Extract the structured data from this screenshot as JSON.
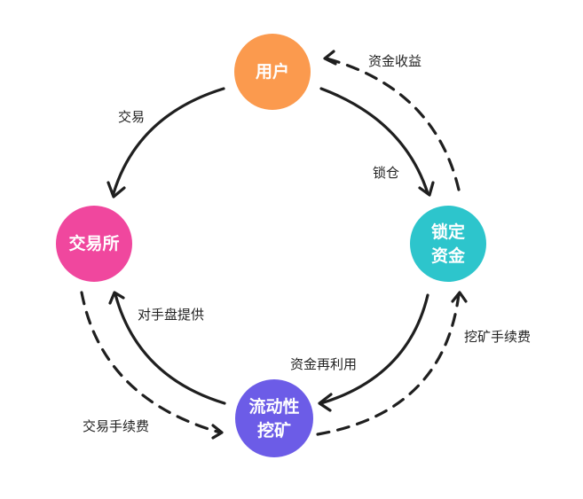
{
  "nodes": {
    "user": {
      "label": "用户",
      "color": "#FB9A4E"
    },
    "exchange": {
      "label": "交易所",
      "color": "#F0479E"
    },
    "locked_funds": {
      "label_line1": "锁定",
      "label_line2": "资金",
      "color": "#2DC5CC"
    },
    "liquidity_mining": {
      "label_line1": "流动性",
      "label_line2": "挖矿",
      "color": "#6C5CE7"
    }
  },
  "edges": [
    {
      "from": "user",
      "to": "exchange",
      "label": "交易",
      "style": "solid"
    },
    {
      "from": "user",
      "to": "locked_funds",
      "label": "锁仓",
      "style": "solid"
    },
    {
      "from": "locked_funds",
      "to": "user",
      "label": "资金收益",
      "style": "dashed"
    },
    {
      "from": "locked_funds",
      "to": "liquidity_mining",
      "label": "资金再利用",
      "style": "solid"
    },
    {
      "from": "liquidity_mining",
      "to": "locked_funds",
      "label": "挖矿手续费",
      "style": "dashed"
    },
    {
      "from": "liquidity_mining",
      "to": "exchange",
      "label": "对手盘提供",
      "style": "solid"
    },
    {
      "from": "exchange",
      "to": "liquidity_mining",
      "label": "交易手续费",
      "style": "dashed"
    }
  ]
}
